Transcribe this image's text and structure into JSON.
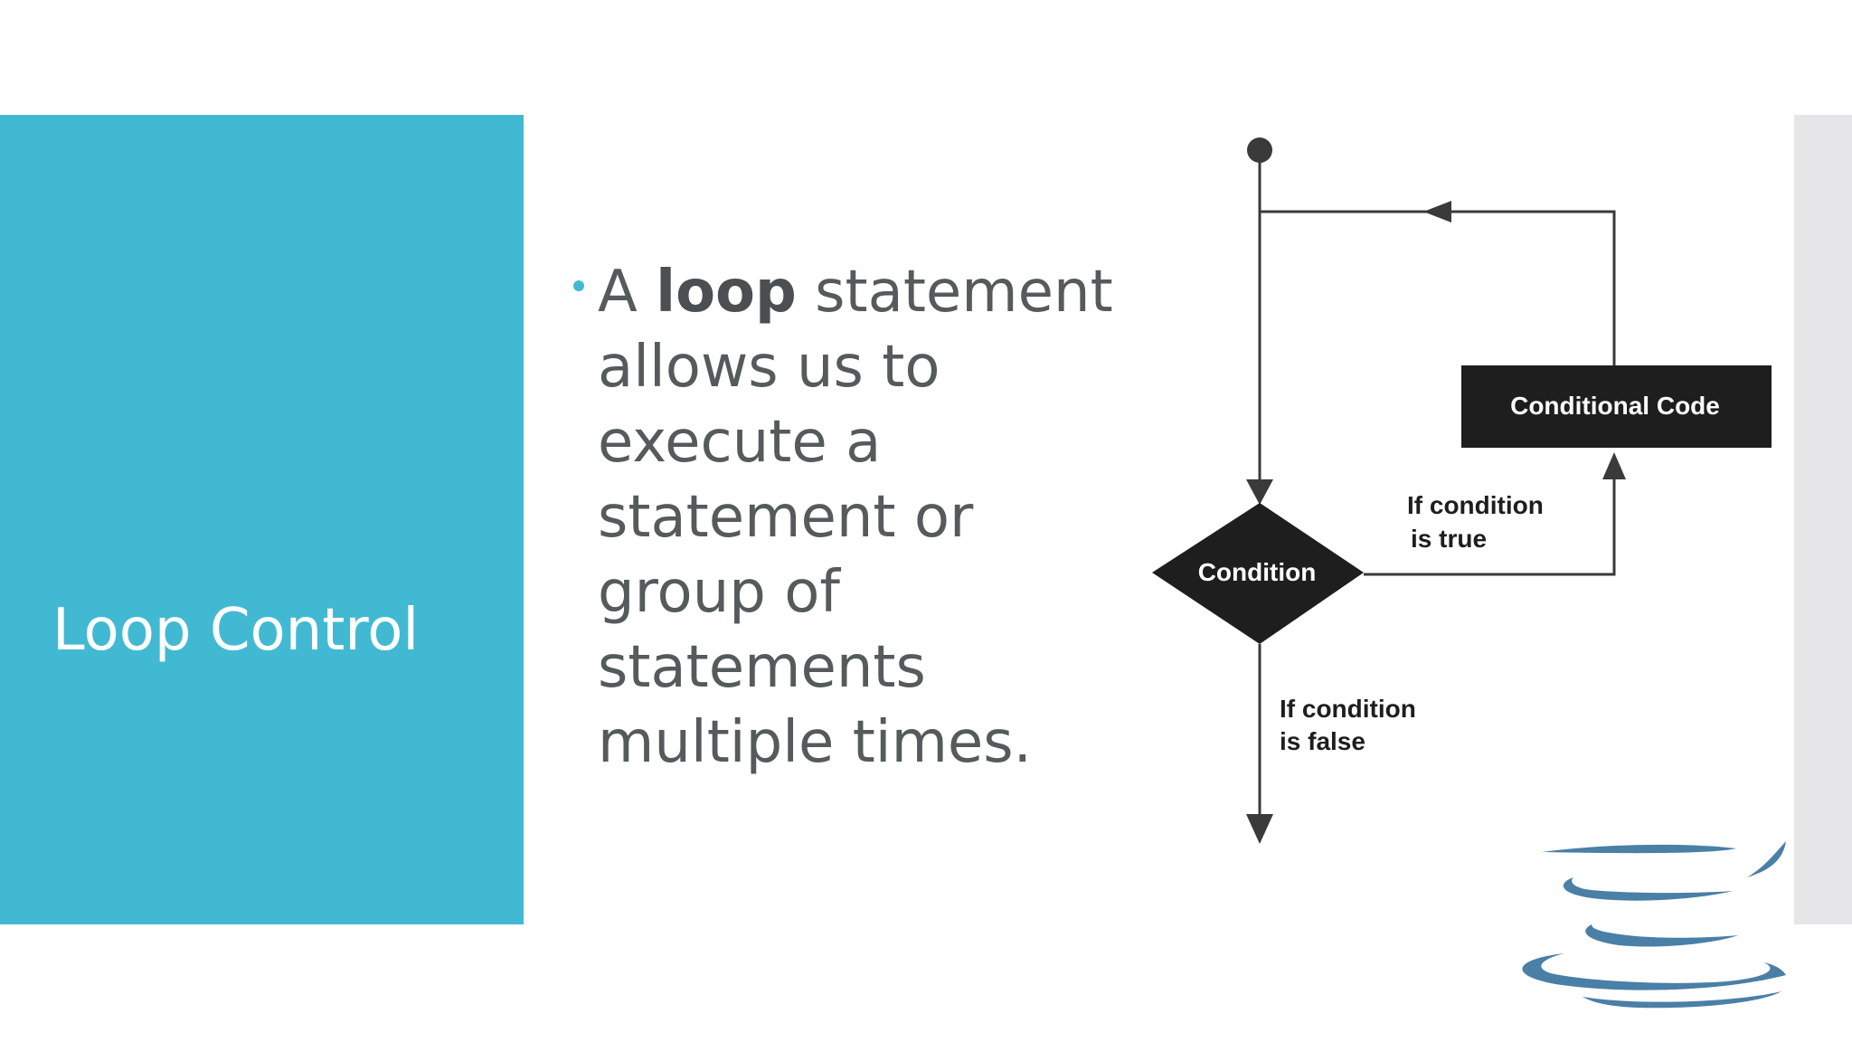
{
  "slide": {
    "title": "Loop Control",
    "bullet": {
      "prefix": "A ",
      "emphasis": "loop",
      "line1_rest": " statement",
      "line2": "allows us to",
      "line3": "execute a",
      "line4": "statement or",
      "line5": "group of",
      "line6": "statements",
      "line7": "multiple times."
    }
  },
  "diagram": {
    "decision_label": "Condition",
    "process_label": "Conditional Code",
    "true_label_line1": "If condition",
    "true_label_line2": "is true",
    "false_label_line1": "If condition",
    "false_label_line2": "is false"
  },
  "colors": {
    "accent": "#42b9d3",
    "text": "#555a5c",
    "diagram_fill": "#1e1e1e",
    "side_strip": "#e6e6e8",
    "logo": "#4a7fa6"
  },
  "icons": {
    "logo": "java-steam-logo"
  }
}
